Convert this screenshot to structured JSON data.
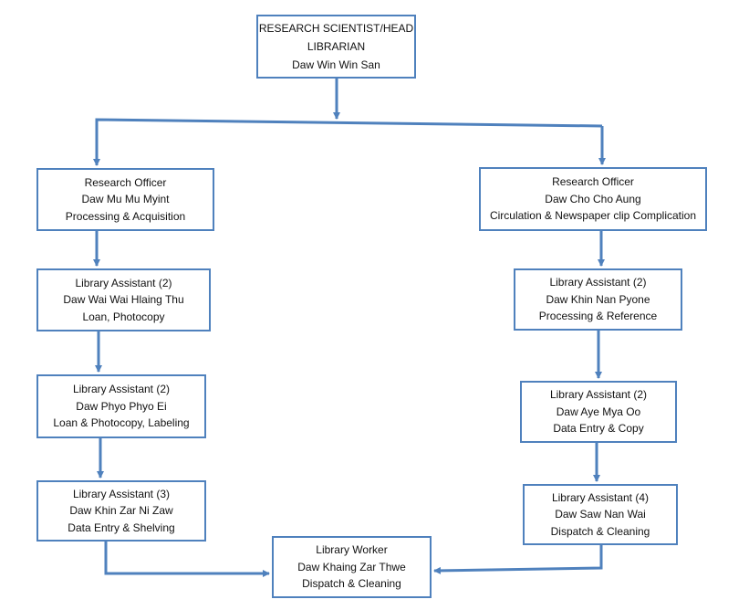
{
  "chart": {
    "root": {
      "lines": [
        "RESEARCH SCIENTIST/HEAD",
        "LIBRARIAN",
        "Daw Win Win San"
      ]
    },
    "left": {
      "officer": {
        "lines": [
          "Research Officer",
          "Daw Mu Mu Myint",
          "Processing & Acquisition"
        ]
      },
      "assistants": [
        {
          "lines": [
            "Library Assistant (2)",
            "Daw Wai Wai Hlaing Thu",
            "Loan, Photocopy"
          ]
        },
        {
          "lines": [
            "Library Assistant (2)",
            "Daw Phyo Phyo Ei",
            "Loan & Photocopy, Labeling"
          ]
        },
        {
          "lines": [
            "Library Assistant (3)",
            "Daw Khin Zar Ni Zaw",
            "Data Entry & Shelving"
          ]
        }
      ]
    },
    "right": {
      "officer": {
        "lines": [
          "Research Officer",
          "Daw Cho Cho Aung",
          "Circulation & Newspaper clip Complication"
        ]
      },
      "assistants": [
        {
          "lines": [
            "Library Assistant (2)",
            "Daw Khin Nan Pyone",
            "Processing & Reference"
          ]
        },
        {
          "lines": [
            "Library Assistant (2)",
            "Daw Aye Mya Oo",
            "Data Entry & Copy"
          ]
        },
        {
          "lines": [
            "Library Assistant (4)",
            "Daw Saw Nan Wai",
            "Dispatch & Cleaning"
          ]
        }
      ]
    },
    "worker": {
      "lines": [
        "Library Worker",
        "Daw Khaing Zar Thwe",
        "Dispatch & Cleaning"
      ]
    }
  },
  "colors": {
    "border": "#4f81bd",
    "connector": "#4f81bd",
    "text": "#111111"
  }
}
